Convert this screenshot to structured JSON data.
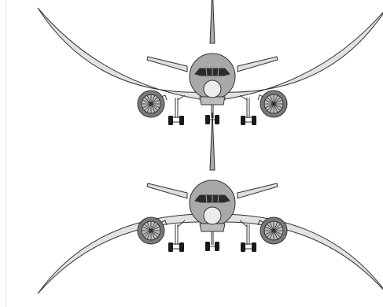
{
  "figure": {
    "aircraft": [
      {
        "id": "top",
        "wing_flex": "upward"
      },
      {
        "id": "bottom",
        "wing_flex": "downward"
      }
    ],
    "colors": {
      "stroke": "#333333",
      "fuselage": "#a9a9a9",
      "wing": "#e2e2e2",
      "nacelle": "#7a7a7a",
      "fan": "#bdbdbd",
      "radome": "#ececec",
      "tire": "#1a1a1a",
      "background": "#ffffff"
    }
  }
}
